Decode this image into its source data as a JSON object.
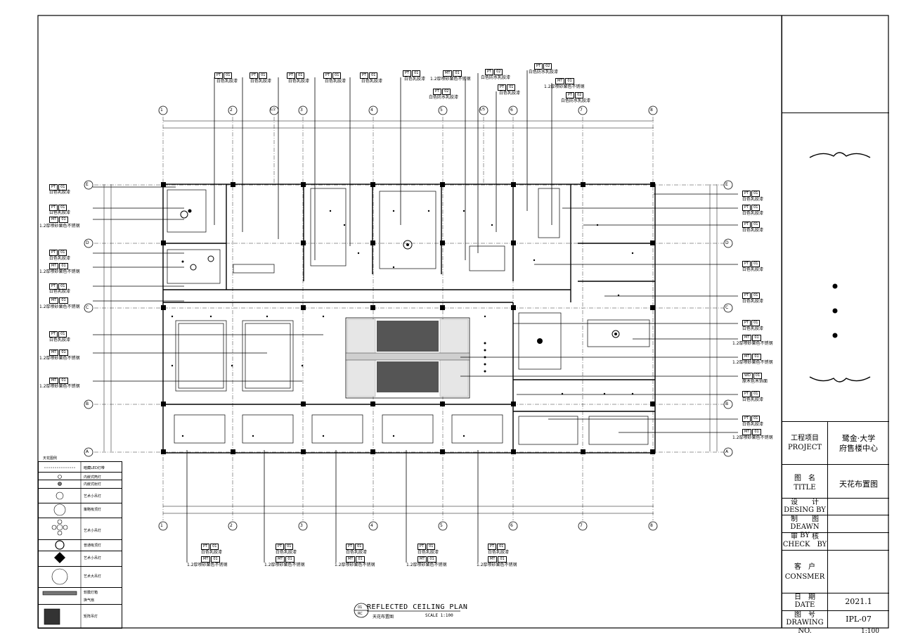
{
  "title_block": {
    "project_label": "工程项目",
    "project_label_en": "PROJECT",
    "project_value_1": "鹭金·大学",
    "project_value_2": "府售楼中心",
    "title_label": "图　名",
    "title_label_en": "TITLE",
    "title_value": "天花布置图",
    "design_label": "设　　计",
    "design_label_en": "DESING BY",
    "drawn_label": "制　　图",
    "drawn_label_en": "DEAWN　BY",
    "check_label": "审　　核",
    "check_label_en": "CHECK　BY",
    "client_label": "客　户",
    "client_label_en": "CONSMER",
    "date_label": "日　期",
    "date_label_en": "DATE",
    "date_value": "2021.1",
    "drawing_no_label": "图　号",
    "drawing_no_label_en": "DRAWING NO.",
    "drawing_no_value": "IPL-07"
  },
  "sheet_scale": "1:100",
  "plan_title": {
    "circle_top": "01",
    "circle_bottom": "RC",
    "title_en": "REFLECTED CEILING PLAN",
    "title_cn": "天花布置图",
    "scale": "SCALE 1:100"
  },
  "grid": {
    "columns": [
      "1",
      "2",
      "1/2",
      "3",
      "4",
      "5",
      "1/5",
      "6",
      "7",
      "8"
    ],
    "rows": [
      "E",
      "D",
      "C",
      "B",
      "A"
    ]
  },
  "legend": {
    "title": "天花图例",
    "items": [
      "暗藏LED灯带",
      "内嵌式筒灯",
      "内嵌式射灯",
      "艺术小吊灯",
      "策略吸顶灯",
      "艺术小吊灯",
      "普通吸顶灯",
      "艺术小吊灯",
      "艺术大吊灯",
      "软膜灯箱",
      "换气扇",
      "矩阵吊灯"
    ]
  },
  "materials": {
    "pt01": "白色乳胶漆",
    "pt02": "白色防水乳胶漆",
    "mt01": "1.2厚喷砂栗色不锈钢",
    "wd01": "原木色木饰面"
  },
  "tags": {
    "pt": "PT",
    "mt": "MT",
    "wd": "WD",
    "n01": "01",
    "n02": "02"
  }
}
